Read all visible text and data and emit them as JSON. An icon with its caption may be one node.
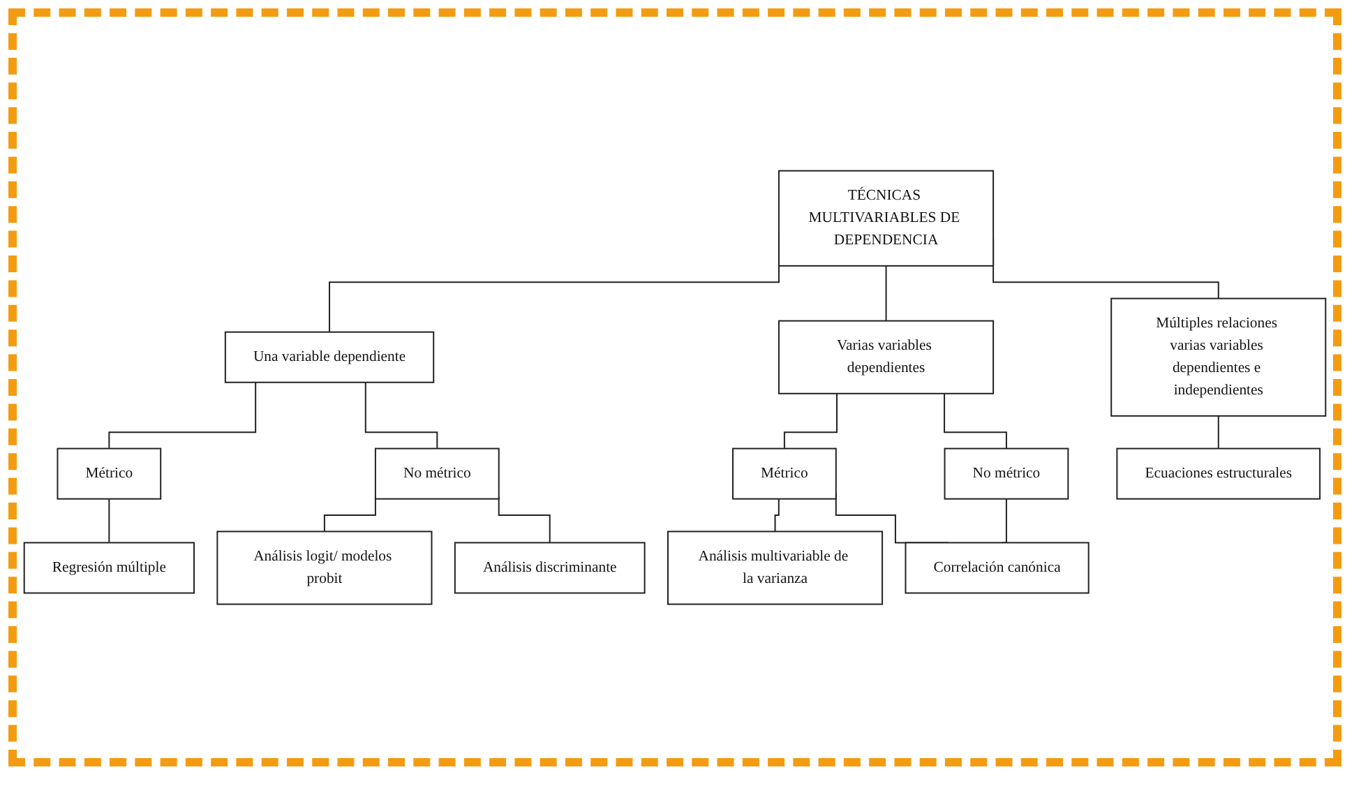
{
  "diagram": {
    "nodes": [
      {
        "text": [
          "TÉCNICAS MULTIVARIABLES DE DEPENDENCIA"
        ]
      },
      {
        "text": [
          "Una variable dependiente"
        ]
      },
      {
        "text": [
          "Varias variables dependientes"
        ]
      },
      {
        "text": [
          "Múltiples relaciones varias variables dependientes e independientes"
        ]
      },
      {
        "text": [
          "Métrico"
        ]
      },
      {
        "text": [
          "No métrico"
        ]
      },
      {
        "text": [
          "Regresión múltiple"
        ]
      },
      {
        "text": [
          "Análisis logit/ modelos probit"
        ]
      },
      {
        "text": [
          "Análisis discriminante"
        ]
      },
      {
        "text": [
          "Métrico"
        ]
      },
      {
        "text": [
          "No métrico"
        ]
      },
      {
        "text": [
          "Análisis multivariable de la varianza"
        ]
      },
      {
        "text": [
          "Correlación canónica"
        ]
      },
      {
        "text": [
          "Ecuaciones estructurales"
        ]
      }
    ],
    "edges": [
      {
        "from": 0,
        "to": 1,
        "arrow": "none"
      },
      {
        "from": 0,
        "to": 2,
        "arrow": "none"
      },
      {
        "from": 0,
        "to": 3,
        "arrow": "none"
      },
      {
        "from": 1,
        "to": 4,
        "arrow": "none"
      },
      {
        "from": 1,
        "to": 5,
        "arrow": "none"
      },
      {
        "from": 4,
        "to": 6,
        "arrow": "none"
      },
      {
        "from": 5,
        "to": 7,
        "arrow": "none"
      },
      {
        "from": 5,
        "to": 8,
        "arrow": "none"
      },
      {
        "from": 2,
        "to": 9,
        "arrow": "none"
      },
      {
        "from": 2,
        "to": 10,
        "arrow": "none"
      },
      {
        "from": 9,
        "to": 11,
        "arrow": "none"
      },
      {
        "from": 9,
        "to": 12,
        "arrow": "none"
      },
      {
        "from": 10,
        "to": 12,
        "arrow": "none"
      },
      {
        "from": 3,
        "to": 13,
        "arrow": "none"
      }
    ]
  }
}
